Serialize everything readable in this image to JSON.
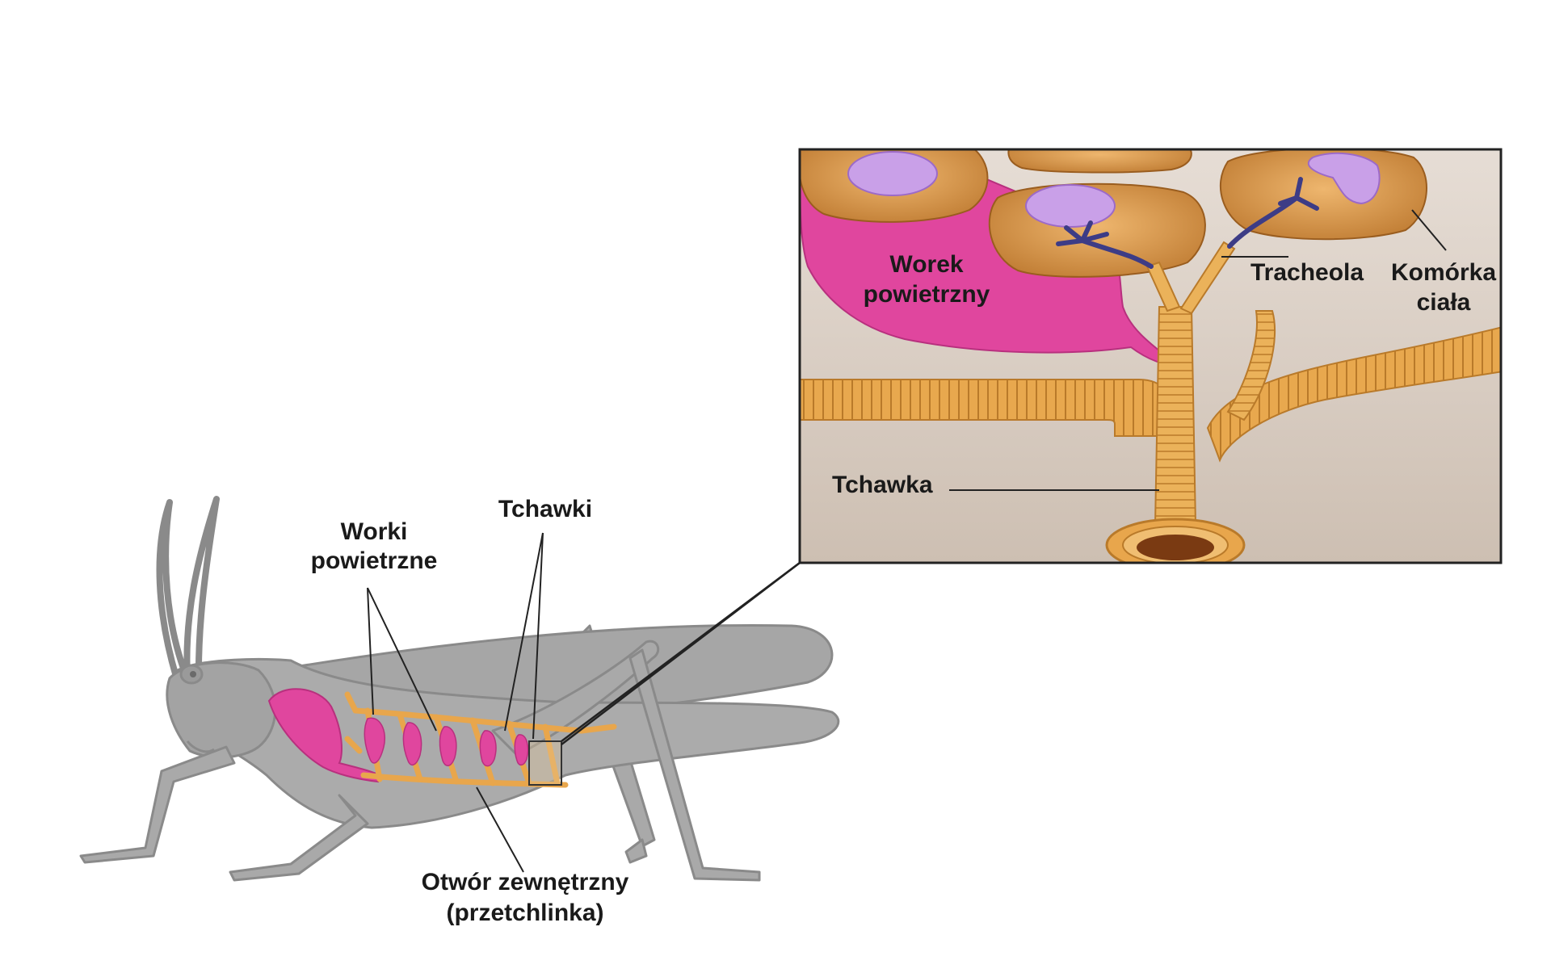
{
  "labels": {
    "worki": {
      "line1": "Worki",
      "line2": "powietrzne"
    },
    "tchawki": "Tchawki",
    "otwor": {
      "line1": "Otwór zewnętrzny",
      "line2": "(przetchlinka)"
    },
    "worek": {
      "line1": "Worek",
      "line2": "powietrzny"
    },
    "tracheola": "Tracheola",
    "komorka": {
      "line1": "Komórka",
      "line2": "ciała"
    },
    "tchawka": "Tchawka"
  },
  "colors": {
    "body": "#a8a8a8",
    "body_stroke": "#8e8e8e",
    "air_sac": "#e0469e",
    "trachea": "#e8a64c",
    "cell": "#d99a4e",
    "nucleus": "#c8a0e6",
    "tracheole": "#4a4a8c",
    "inset_bg": "#d9cfc6"
  }
}
